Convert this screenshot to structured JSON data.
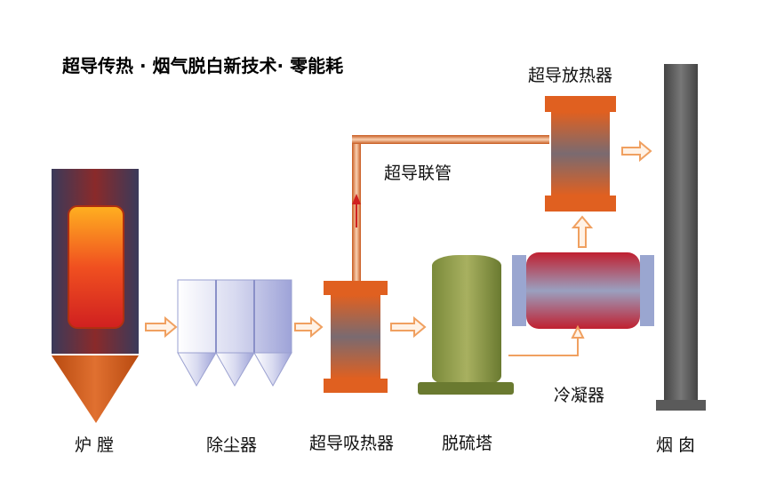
{
  "title": "超导传热 · 烟气脱白新技术· 零能耗",
  "labels": {
    "furnace": "炉 膛",
    "dust_collector": "除尘器",
    "sc_absorber": "超导吸热器",
    "desulfurization_tower": "脱硫塔",
    "condenser": "冷凝器",
    "chimney": "烟 囱",
    "sc_releaser": "超导放热器",
    "sc_pipe": "超导联管"
  },
  "colors": {
    "flow_arrow": "#f0a060",
    "chimney": "#5a5a5a",
    "tower": "#8a9a4a",
    "pipe": "#d9692a"
  }
}
